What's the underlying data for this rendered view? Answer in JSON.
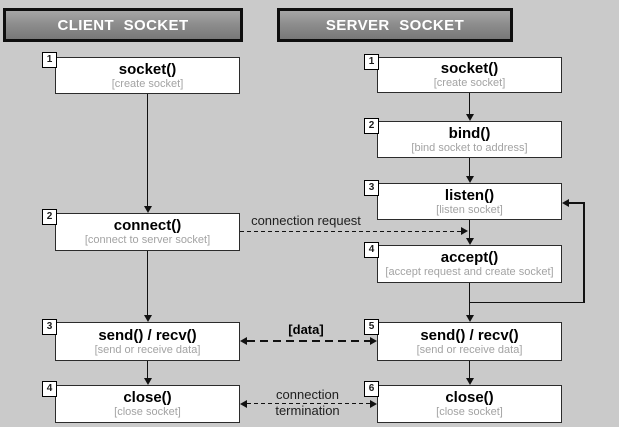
{
  "client": {
    "header": "CLIENT SOCKET",
    "steps": [
      {
        "num": "1",
        "fn": "socket()",
        "desc": "[create socket]"
      },
      {
        "num": "2",
        "fn": "connect()",
        "desc": "[connect to server socket]"
      },
      {
        "num": "3",
        "fn": "send() / recv()",
        "desc": "[send or receive data]"
      },
      {
        "num": "4",
        "fn": "close()",
        "desc": "[close socket]"
      }
    ]
  },
  "server": {
    "header": "SERVER SOCKET",
    "steps": [
      {
        "num": "1",
        "fn": "socket()",
        "desc": "[create socket]"
      },
      {
        "num": "2",
        "fn": "bind()",
        "desc": "[bind socket to address]"
      },
      {
        "num": "3",
        "fn": "listen()",
        "desc": "[listen socket]"
      },
      {
        "num": "4",
        "fn": "accept()",
        "desc": "[accept request and create socket]"
      },
      {
        "num": "5",
        "fn": "send() / recv()",
        "desc": "[send or receive data]"
      },
      {
        "num": "6",
        "fn": "close()",
        "desc": "[close socket]"
      }
    ]
  },
  "labels": {
    "connection_request": "connection request",
    "data": "[data]",
    "termination_line1": "connection",
    "termination_line2": "termination"
  },
  "colors": {
    "background": "#cacaca",
    "header_gradient_top": "#a6a6a6",
    "header_gradient_bottom": "#787878",
    "header_text": "#ffffff",
    "box_background": "#ffffff",
    "box_border": "#2b2b2b",
    "function_text": "#000000",
    "description_text": "#a3a3a3",
    "arrow": "#111111"
  }
}
